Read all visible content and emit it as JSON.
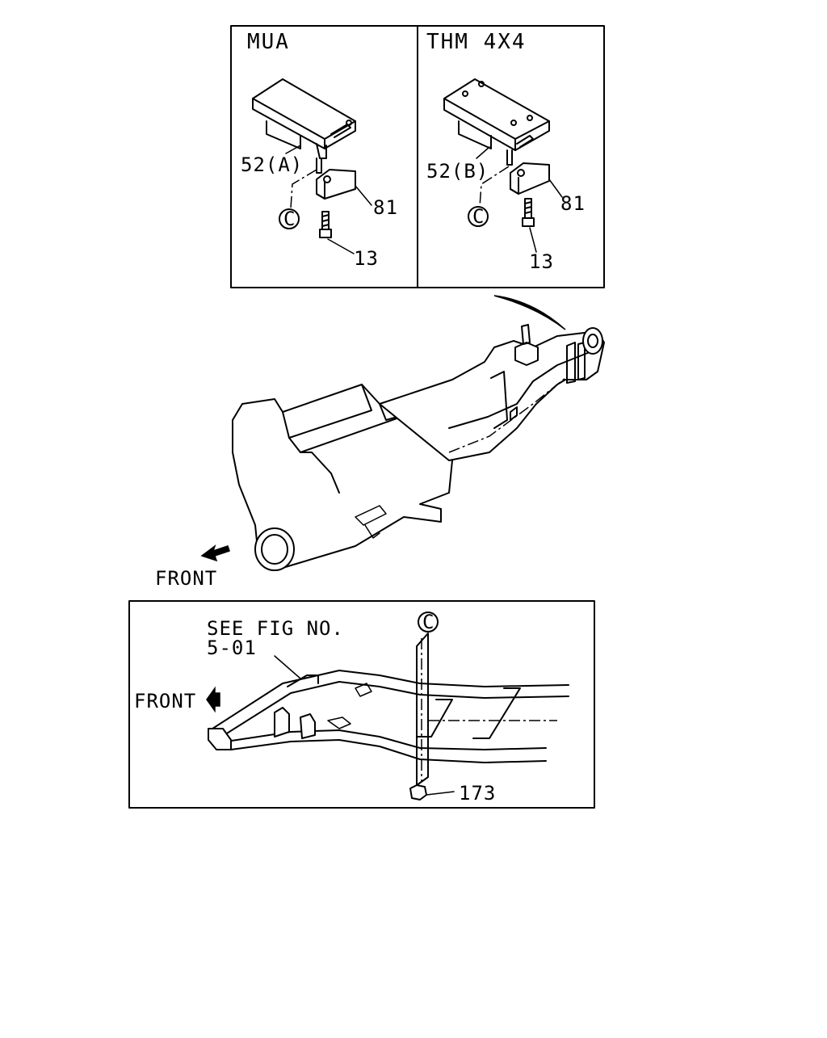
{
  "panels": {
    "left_header": "MUA",
    "right_header": "THM 4X4"
  },
  "callouts": {
    "left_bracket": "52(A)",
    "right_bracket": "52(B)",
    "left_plate": "81",
    "right_plate": "81",
    "left_bolt": "13",
    "right_bolt": "13",
    "nut": "173",
    "ref_circle": "C"
  },
  "notes": {
    "see_fig_line1": "SEE FIG NO.",
    "see_fig_line2": "5-01",
    "front_label_main": "FRONT",
    "front_label_frame": "FRONT"
  },
  "icons": [
    "front-arrow-icon",
    "front-arrow-icon",
    "reference-circle-c-icon"
  ]
}
